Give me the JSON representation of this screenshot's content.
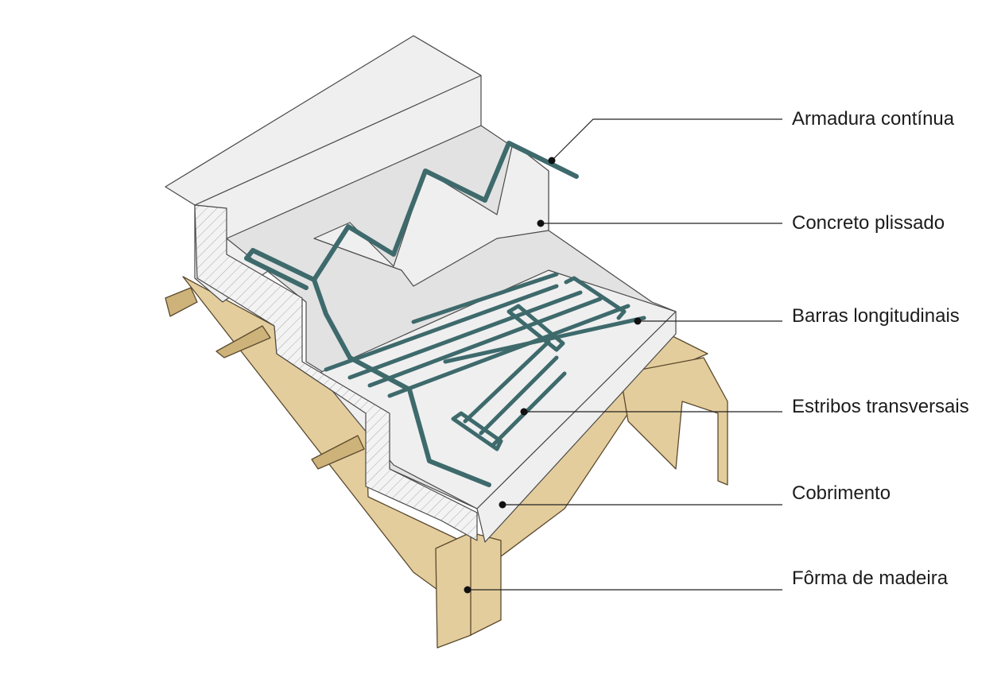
{
  "labels": {
    "armadura": "Armadura contínua",
    "concreto": "Concreto plissado",
    "barras": "Barras longitudinais",
    "estribos": "Estribos transversais",
    "cobrimento": "Cobrimento",
    "forma": "Fôrma de madeira"
  },
  "colors": {
    "wood": "#e4cd9c",
    "wood_dark": "#cdb27a",
    "concrete": "#efefef",
    "concrete_shade": "#e2e2e2",
    "rebar": "#3e6a6c",
    "rebar_light": "#8fb3b3",
    "line": "#222222"
  }
}
